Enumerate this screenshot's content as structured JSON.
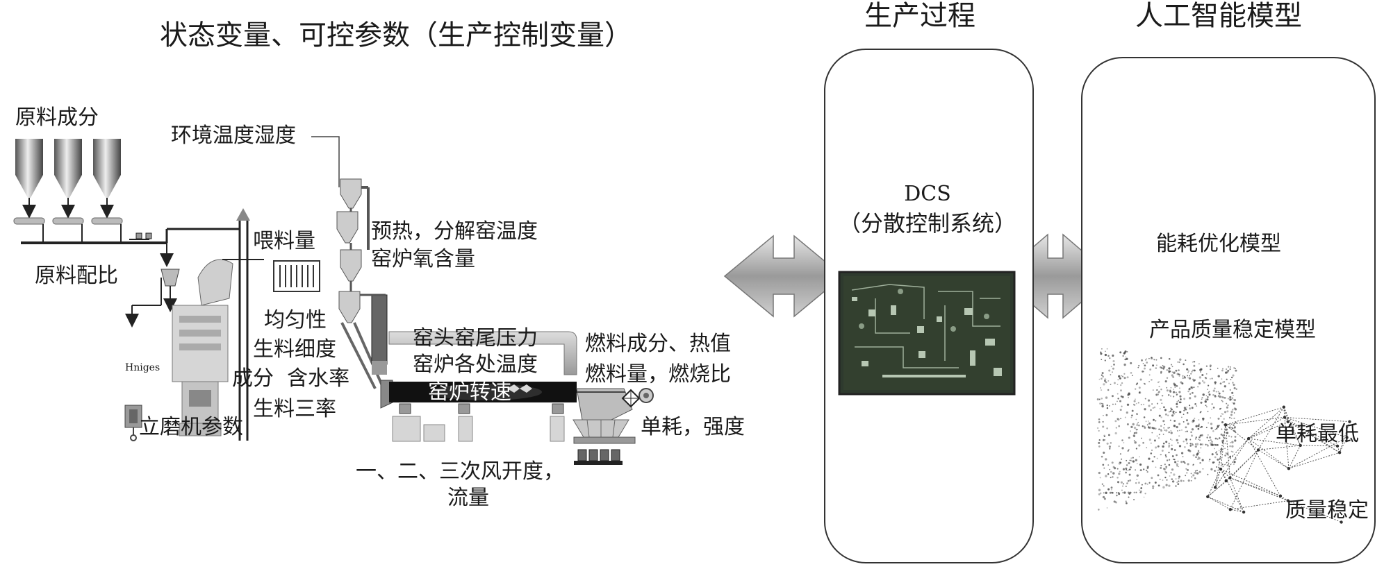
{
  "header": {
    "left_title": "状态变量、可控参数（生产控制变量）",
    "middle_title": "生产过程",
    "right_title": "人工智能模型"
  },
  "plant": {
    "raw_composition": "原料成分",
    "env_temp_humidity": "环境温度湿度",
    "feed_amount": "喂料量",
    "raw_ratio": "原料配比",
    "preheat_temp": "预热，分解窑温度",
    "oxygen": "窑炉氧含量",
    "uniformity": "均匀性",
    "fineness": "生料细度",
    "component_moisture": "成分  含水率",
    "three_ratios": "生料三率",
    "mill_params": "立磨机参数",
    "mill_brand": "Hniges",
    "kiln_pressure": "窑头窑尾压力",
    "kiln_temps": "窑炉各处温度",
    "kiln_speed": "窑炉转速",
    "fuel_composition": "燃料成分、热值",
    "fuel_amount": "燃料量，燃烧比",
    "consumption_strength": "单耗，强度",
    "air_opening": "一、二、三次风开度，",
    "air_flow": "流量"
  },
  "process_panel": {
    "dcs_title": "DCS",
    "dcs_subtitle": "（分散控制系统）"
  },
  "ai_panel": {
    "energy_model": "能耗优化模型",
    "quality_model": "产品质量稳定模型",
    "lowest_consumption": "单耗最低",
    "stable_quality": "质量稳定"
  },
  "colors": {
    "arrow_fill": "#a8a8a8",
    "dcs_screen": "#2e3a2e",
    "kiln": "#111111",
    "equipment": "#bdbdbd"
  }
}
